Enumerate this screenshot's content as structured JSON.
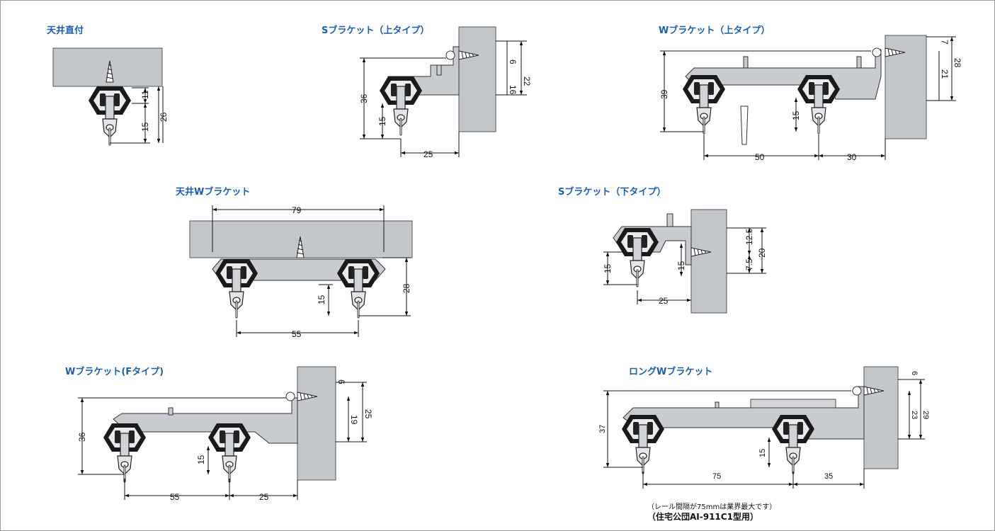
{
  "titles": {
    "ceiling_direct": "天井直付",
    "s_bracket_upper": "Sブラケット（上タイプ）",
    "w_bracket_upper": "Wブラケット（上タイプ）",
    "ceiling_w_bracket": "天井Wブラケット",
    "s_bracket_lower": "Sブラケット（下タイプ）",
    "w_bracket_f": "Wブラケット(Fタイプ)",
    "long_w_bracket": "ロングWブラケット"
  },
  "dims": {
    "ceiling_direct": [
      "11",
      "15",
      "26"
    ],
    "s_bracket_upper": [
      "6",
      "16",
      "22",
      "36",
      "15",
      "25"
    ],
    "w_bracket_upper": [
      "7",
      "21",
      "28",
      "39",
      "15",
      "50",
      "30"
    ],
    "ceiling_w_bracket": [
      "79",
      "28",
      "15",
      "55"
    ],
    "s_bracket_lower": [
      "12.5",
      "20",
      "7.5",
      "15",
      "15",
      "25"
    ],
    "w_bracket_f": [
      "6",
      "19",
      "25",
      "36",
      "15",
      "55",
      "25"
    ],
    "long_w_bracket": [
      "6",
      "23",
      "29",
      "37",
      "15",
      "75",
      "35"
    ]
  },
  "notes": {
    "line1": "（レール間隔が75mmは業界最大です）",
    "line2": "（住宅公団AI-911C1型用）"
  },
  "colors": {
    "title": "#1c5ea8",
    "wall": "#c3c6cb",
    "bracket": "#c8cbd0",
    "rail_dark": "#1a1a1a",
    "line": "#111111"
  }
}
